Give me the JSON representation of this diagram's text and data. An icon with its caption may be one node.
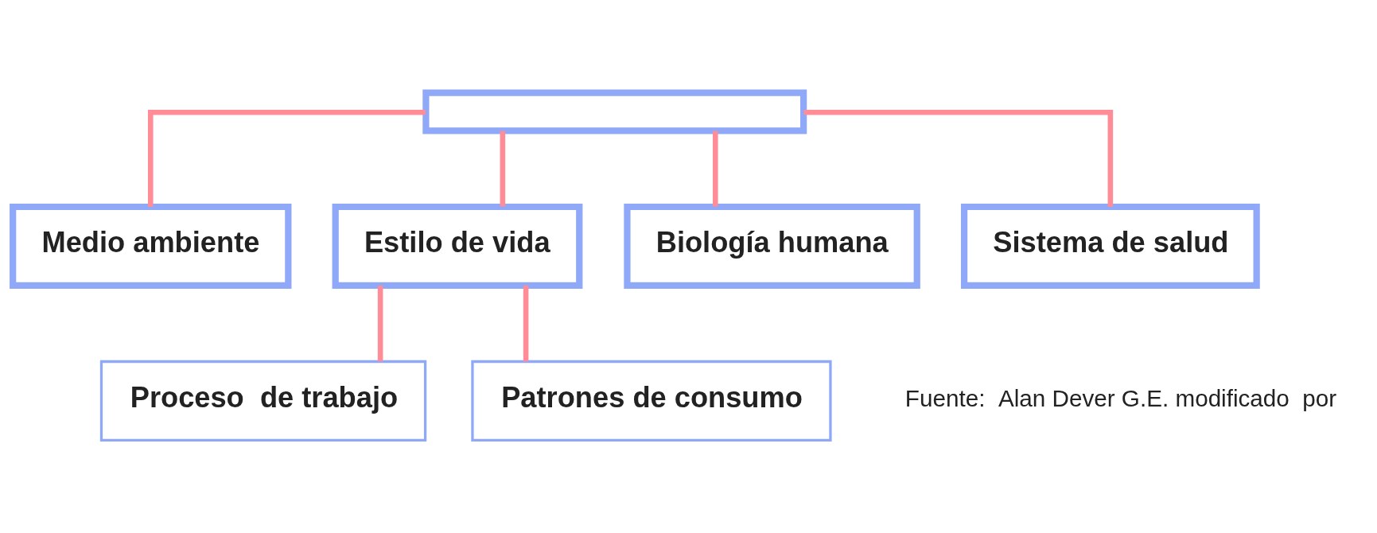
{
  "diagram": {
    "nodes": [
      {
        "text": [],
        "shape": "box"
      },
      {
        "text": [
          "Medio ambiente"
        ]
      },
      {
        "text": [
          "Estilo de vida"
        ]
      },
      {
        "text": [
          "Biología humana"
        ]
      },
      {
        "text": [
          "Sistema de salud"
        ]
      },
      {
        "text": [
          "Proceso  de trabajo"
        ]
      },
      {
        "text": [
          "Patrones de consumo"
        ]
      }
    ],
    "edges": [
      {
        "from": 0,
        "to": 1,
        "arrow": "none"
      },
      {
        "from": 0,
        "to": 2,
        "arrow": "none"
      },
      {
        "from": 0,
        "to": 3,
        "arrow": "none"
      },
      {
        "from": 0,
        "to": 4,
        "arrow": "none"
      },
      {
        "from": 2,
        "to": 5,
        "arrow": "none"
      },
      {
        "from": 2,
        "to": 6,
        "arrow": "none"
      }
    ],
    "labels": [
      "Fuente:  Alan Dever G.E. modificado  por"
    ]
  }
}
